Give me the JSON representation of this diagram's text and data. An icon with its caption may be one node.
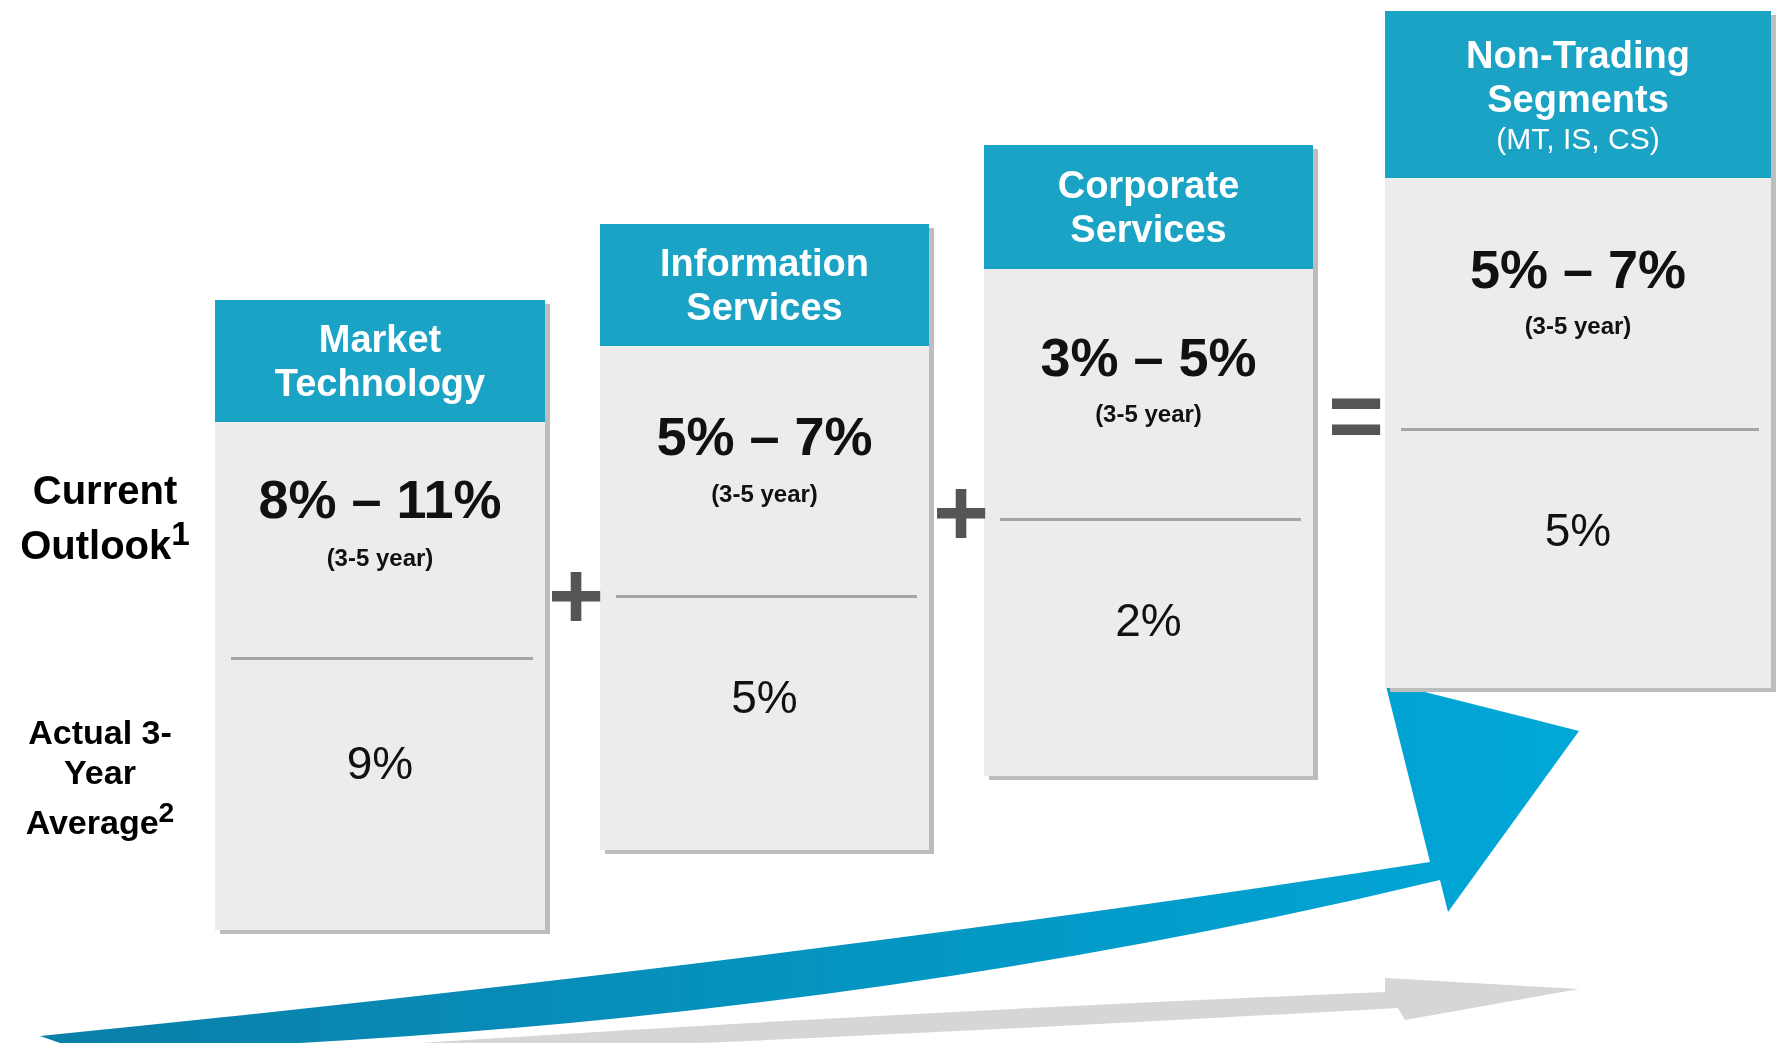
{
  "diagram": {
    "nodes": [
      {
        "text": [
          "Market Technology",
          "8% – 11%",
          "(3-5 year)",
          "9%"
        ]
      },
      {
        "text": [
          "Information Services",
          "5% – 7%",
          "(3-5 year)",
          "5%"
        ]
      },
      {
        "text": [
          "Corporate Services",
          "3% – 5%",
          "(3-5 year)",
          "2%"
        ]
      },
      {
        "text": [
          "Non-Trading Segments",
          "(MT, IS, CS)",
          "5% – 7%",
          "(3-5 year)",
          "5%"
        ]
      }
    ],
    "labels": [
      "Current Outlook$^{1}$",
      "Actual 3-Year Average$^{2}$",
      "+",
      "+",
      "="
    ]
  }
}
